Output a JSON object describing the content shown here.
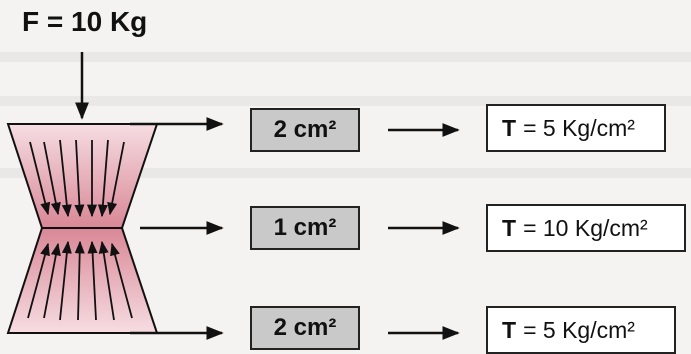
{
  "force_label": "F = 10 Kg",
  "rows": [
    {
      "area": "2 cm²",
      "stress_symbol": "T",
      "stress_value": "= 5 Kg/cm²"
    },
    {
      "area": "1 cm²",
      "stress_symbol": "T",
      "stress_value": "= 10 Kg/cm²"
    },
    {
      "area": "2 cm²",
      "stress_symbol": "T",
      "stress_value": "= 5 Kg/cm²"
    }
  ],
  "colors": {
    "body_pink": "#d98796",
    "body_pink_light": "#f6dde2",
    "area_box_fill": "#c9c9c9",
    "arrow": "#111111"
  }
}
